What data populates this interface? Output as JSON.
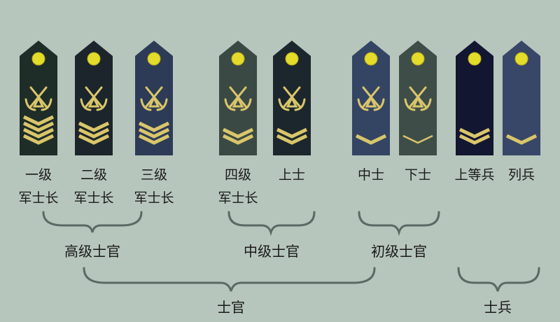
{
  "background": "#b7c6bc",
  "ranks": [
    {
      "label1": "一级",
      "label2": "军士长",
      "color": "#1f2d29",
      "chevrons": 4
    },
    {
      "label1": "二级",
      "label2": "军士长",
      "color": "#1b252b",
      "chevrons": 3
    },
    {
      "label1": "三级",
      "label2": "军士长",
      "color": "#2d3b57",
      "chevrons": 3
    },
    {
      "label1": "四级",
      "label2": "军士长",
      "color": "#3b4944",
      "chevrons": 2
    },
    {
      "label1": "上士",
      "label2": "",
      "color": "#1c262d",
      "chevrons": 2
    },
    {
      "label1": "中士",
      "label2": "",
      "color": "#344563",
      "chevrons": 1
    },
    {
      "label1": "下士",
      "label2": "",
      "color": "#3f4d49",
      "chevrons": 1
    },
    {
      "label1": "上等兵",
      "label2": "",
      "color": "#121631",
      "chevrons": 2
    },
    {
      "label1": "列兵",
      "label2": "",
      "color": "#384667",
      "chevrons": 1
    }
  ],
  "groups": {
    "senior": "高级士官",
    "middle": "中级士官",
    "junior": "初级士官",
    "nco": "士官",
    "soldier": "士兵"
  },
  "colors": {
    "gold": "#d9c66a",
    "button": "#e3dc2a",
    "bracket": "#5a6a64"
  }
}
